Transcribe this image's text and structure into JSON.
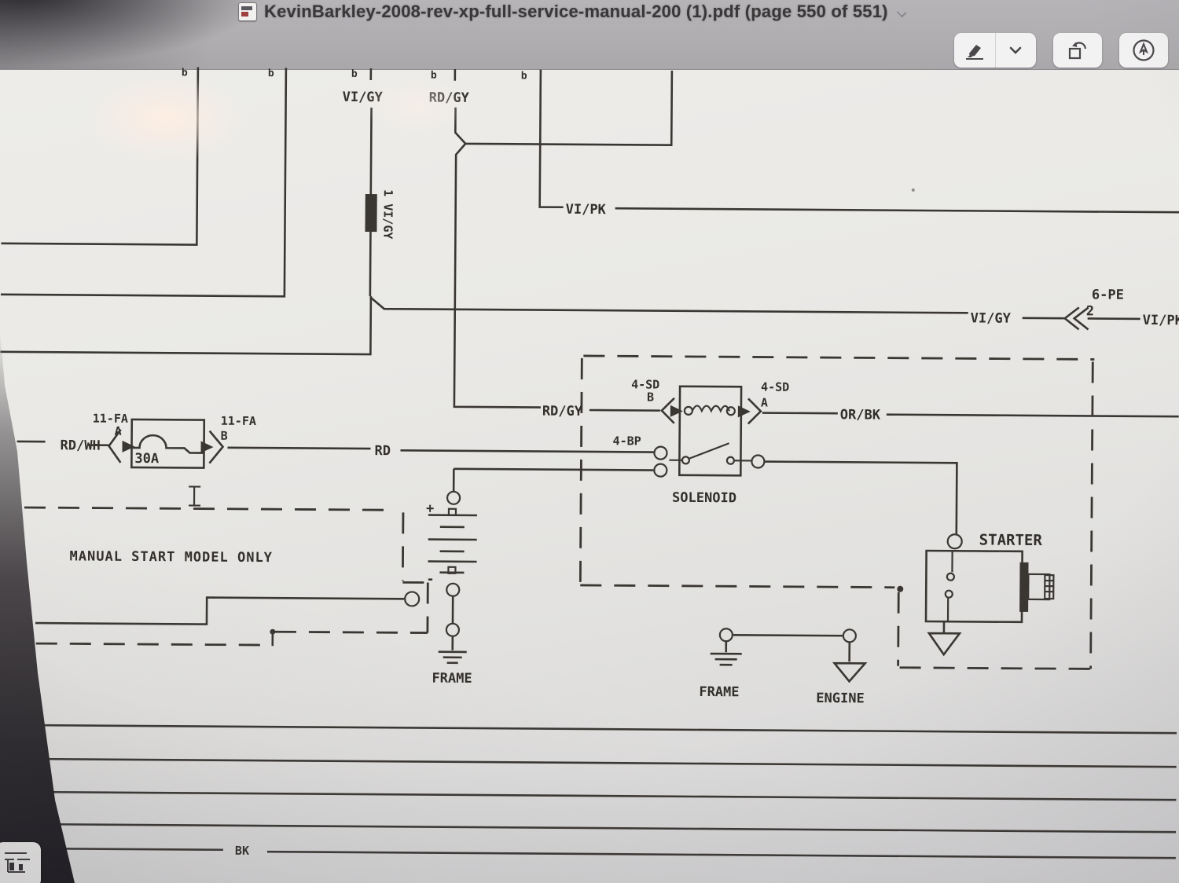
{
  "titlebar": {
    "filename": "KevinBarkley-2008-rev-xp-full-service-manual-200 (1).pdf",
    "page_info": "(page 550 of 551)",
    "doc_icon": "pdf-document-icon",
    "disclosure_icon": "chevron-down-icon"
  },
  "toolbar": {
    "highlight_icon": "highlighter-icon",
    "highlight_dropdown_icon": "chevron-down-icon",
    "rotate_icon": "rotate-left-icon",
    "markup_icon": "markup-pen-icon"
  },
  "diagram": {
    "top_fragments": [
      "b",
      "b",
      "b",
      "b",
      "b"
    ],
    "labels": {
      "vi_gy_top": "VI/GY",
      "rd_gy_top": "RD/GY",
      "splice_label": "1 VI/GY",
      "vi_pk": "VI/PK",
      "vi_gy_mid": "VI/GY",
      "conn_6pe": "6-PE",
      "pin_2": "2",
      "vi_pk_right": "VI/PK",
      "rd_wh": "RD/WH",
      "fuse_conn_left": "11-FA",
      "fuse_pin_a": "A",
      "fuse_conn_right": "11-FA",
      "fuse_pin_b": "B",
      "fuse_rating": "30A",
      "rd": "RD",
      "rd_gy_solenoid": "RD/GY",
      "conn_4sd_left": "4-SD",
      "pin_b": "B",
      "conn_4sd_right": "4-SD",
      "pin_a": "A",
      "or_bk": "OR/BK",
      "conn_4bp": "4-BP",
      "solenoid": "SOLENOID",
      "starter": "STARTER",
      "manual_start_note": "MANUAL START MODEL ONLY",
      "battery_plus": "+",
      "battery_minus": "-",
      "frame_battery": "FRAME",
      "frame_engine": "FRAME",
      "engine": "ENGINE",
      "bk": "BK"
    },
    "colors": {
      "line": "#3a3733",
      "paper": "#e9e8e5",
      "titlebar": "#b0aeb1"
    }
  }
}
